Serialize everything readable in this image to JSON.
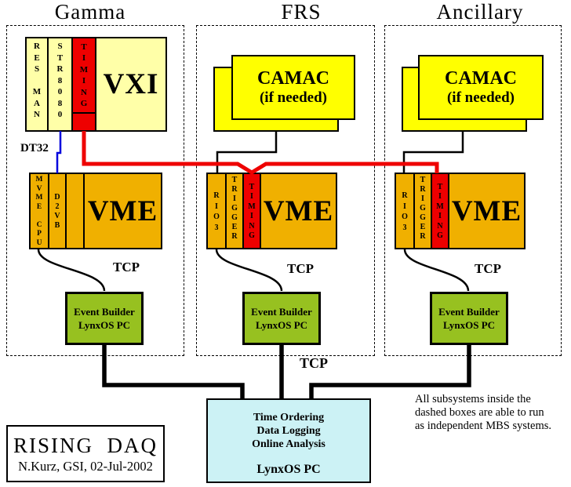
{
  "titles": {
    "gamma": "Gamma",
    "frs": "FRS",
    "ancillary": "Ancillary"
  },
  "gamma": {
    "vxi": {
      "slot1": "RES MAN",
      "slot2": "STR8080",
      "slot3": "TIMING",
      "label": "VXI"
    },
    "dt32_label": "DT32",
    "vme": {
      "slot1": "MVME CPU",
      "slot2": "D2VB",
      "label": "VME"
    },
    "tcp_label": "TCP",
    "eb": {
      "line1": "Event Builder",
      "line2": "LynxOS PC"
    }
  },
  "frs": {
    "camac": {
      "line1": "CAMAC",
      "line2": "(if needed)"
    },
    "vme": {
      "slot1": "RIO3",
      "slot2": "TRIGGER",
      "slot3": "TIMING",
      "label": "VME"
    },
    "tcp_label": "TCP",
    "eb": {
      "line1": "Event Builder",
      "line2": "LynxOS PC"
    }
  },
  "ancillary": {
    "camac": {
      "line1": "CAMAC",
      "line2": "(if needed)"
    },
    "vme": {
      "slot1": "RIO3",
      "slot2": "TRIGGER",
      "slot3": "TIMING",
      "label": "VME"
    },
    "tcp_label": "TCP",
    "eb": {
      "line1": "Event Builder",
      "line2": "LynxOS PC"
    }
  },
  "central": {
    "tcp_label": "TCP",
    "lines": [
      "Time Ordering",
      "Data Logging",
      "Online Analysis"
    ],
    "os": "LynxOS PC"
  },
  "stamp": {
    "title": "RISING  DAQ",
    "subtitle": "N.Kurz, GSI, 02-Jul-2002"
  },
  "note": {
    "line1": "All subsystems inside the",
    "line2": "dashed boxes are able to run",
    "line3": "as independent MBS systems."
  },
  "colors": {
    "pale_yellow": "#FFFFA8",
    "yellow": "#FFFF00",
    "orange": "#F0B000",
    "red": "#EE0000",
    "green": "#97C120",
    "cyan": "#CCF2F5",
    "line_blue": "#0000DD",
    "line_red": "#EE0000",
    "line_black": "#000000"
  }
}
